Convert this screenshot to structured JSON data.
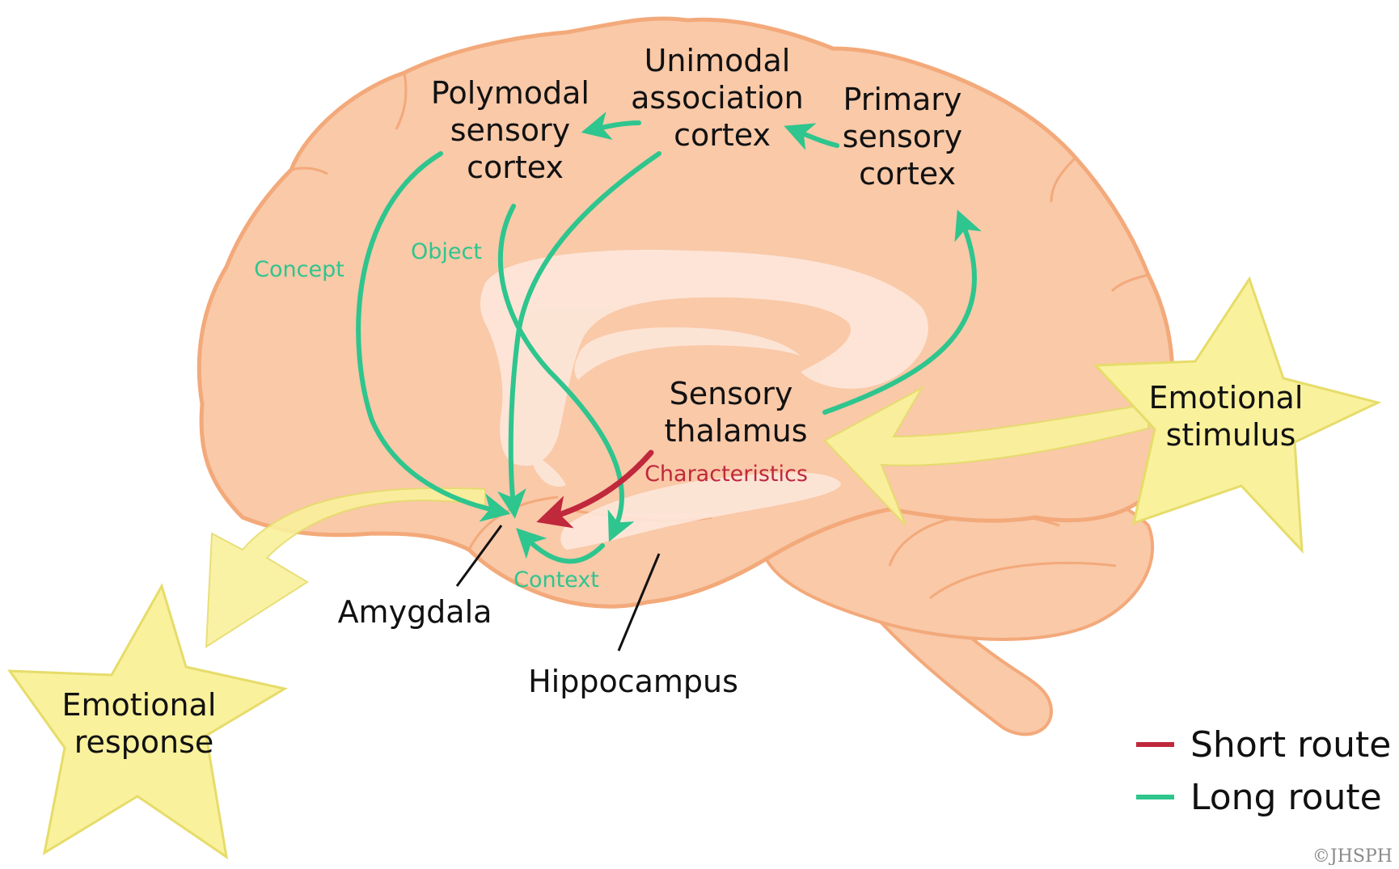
{
  "colors": {
    "brain_fill": "#f9c9a8",
    "brain_outline": "#f3a97a",
    "inner_highlight": "#fde7da",
    "long_route": "#2ec58e",
    "short_route": "#c0283c",
    "star_fill": "#f9f19c",
    "star_outline": "#e6dc6a",
    "text": "#111111"
  },
  "regions": {
    "polymodal": [
      "Polymodal",
      "sensory",
      "cortex"
    ],
    "unimodal": [
      "Unimodal",
      "association",
      "cortex"
    ],
    "primary": [
      "Primary",
      "sensory",
      "cortex"
    ],
    "thalamus": [
      "Sensory",
      "thalamus"
    ],
    "amygdala": "Amygdala",
    "hippocampus": "Hippocampus"
  },
  "stars": {
    "stimulus": [
      "Emotional",
      "stimulus"
    ],
    "response": [
      "Emotional",
      "response"
    ]
  },
  "pathway_labels": {
    "concept": "Concept",
    "object": "Object",
    "context": "Context",
    "characteristics": "Characteristics"
  },
  "legend": {
    "short": "Short route",
    "long": "Long route"
  },
  "credit": "©JHSPH"
}
